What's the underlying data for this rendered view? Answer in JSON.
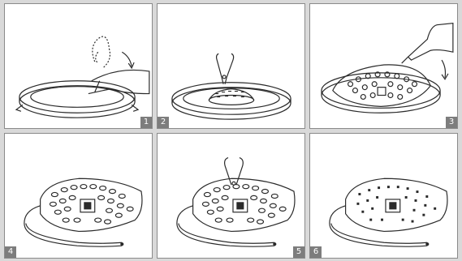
{
  "steps": [
    {
      "number": "1",
      "icon": "remove-retaining-ring-icon"
    },
    {
      "number": "2",
      "icon": "pull-led-board-with-pliers-icon"
    },
    {
      "number": "3",
      "icon": "lift-led-board-icon"
    },
    {
      "number": "4",
      "icon": "led-board-removed-icon"
    },
    {
      "number": "5",
      "icon": "pluck-led-cap-icon"
    },
    {
      "number": "6",
      "icon": "bare-led-board-icon"
    }
  ],
  "colors": {
    "background": "#d9d9d9",
    "panel": "#ffffff",
    "badge": "#7d7d7d",
    "line": "#2a2a2a"
  }
}
